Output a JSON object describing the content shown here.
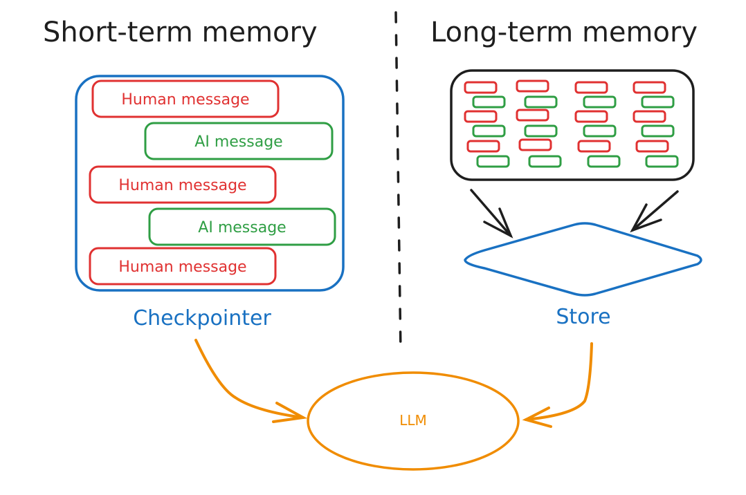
{
  "colors": {
    "ink": "#1e1e1e",
    "human": "#e03131",
    "ai": "#2f9e44",
    "container": "#1971c2",
    "llm": "#f08c00"
  },
  "left_panel": {
    "title": "Short-term memory",
    "messages": [
      {
        "role": "human",
        "text": "Human message"
      },
      {
        "role": "ai",
        "text": "AI message"
      },
      {
        "role": "human",
        "text": "Human message"
      },
      {
        "role": "ai",
        "text": "AI message"
      },
      {
        "role": "human",
        "text": "Human message"
      }
    ],
    "container_label": "Checkpointer"
  },
  "right_panel": {
    "title": "Long-term memory",
    "stored_columns": 4,
    "stored_pattern": [
      "human",
      "ai",
      "human",
      "ai",
      "human",
      "ai"
    ],
    "container_label": "Store"
  },
  "llm": {
    "label": "LLM"
  },
  "connections": [
    {
      "from": "Checkpointer",
      "to": "LLM"
    },
    {
      "from": "Store",
      "to": "LLM"
    },
    {
      "from": "Long-term memory",
      "to": "Store"
    }
  ]
}
